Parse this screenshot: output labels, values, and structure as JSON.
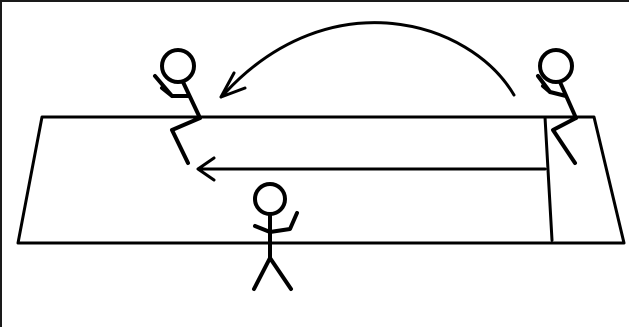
{
  "diagram": {
    "description_text": "",
    "figures": [
      {
        "id": "figure-left-seated",
        "icon": "stick-figure-seated"
      },
      {
        "id": "figure-right-seated",
        "icon": "stick-figure-seated"
      },
      {
        "id": "figure-center-standing",
        "icon": "stick-figure-standing"
      }
    ],
    "arrows": [
      {
        "id": "arc-arrow",
        "from": "figure-right-seated",
        "to": "figure-left-seated",
        "style": "curved"
      },
      {
        "id": "straight-arrow",
        "from": "figure-right-seated",
        "to": "figure-left-seated",
        "style": "straight"
      }
    ],
    "surface": {
      "shape": "trapezoid-bench"
    }
  }
}
